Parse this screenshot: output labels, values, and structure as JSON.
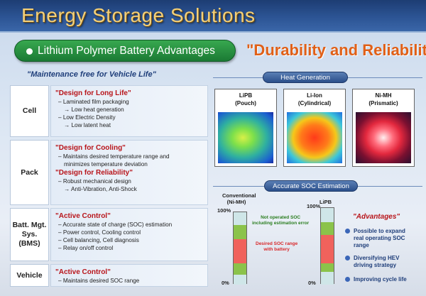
{
  "header": {
    "title": "Energy Storage Solutions"
  },
  "subtitle": {
    "label": "Lithium Polymer Battery Advantages"
  },
  "headline": "\"Durability and Reliability\"",
  "maintenance": "\"Maintenance free for Vehicle Life\"",
  "rows": [
    {
      "label": "Cell",
      "blocks": [
        {
          "title": "\"Design for Long Life\"",
          "items": [
            {
              "text": "– Laminated film packaging",
              "sub": false
            },
            {
              "text": "→ Low heat generation",
              "sub": true
            },
            {
              "text": "– Low Electric Density",
              "sub": false
            },
            {
              "text": "→ Low latent heat",
              "sub": true
            }
          ]
        }
      ]
    },
    {
      "label": "Pack",
      "blocks": [
        {
          "title": "\"Design for Cooling\"",
          "items": [
            {
              "text": "– Maintains desired temperature range and",
              "sub": false
            },
            {
              "text": "minimizes temperature deviation",
              "sub": true
            }
          ]
        },
        {
          "title": "\"Design for Reliability\"",
          "items": [
            {
              "text": "– Robust mechanical design",
              "sub": false
            },
            {
              "text": "→ Anti-Vibration, Anti-Shock",
              "sub": true
            }
          ]
        }
      ]
    },
    {
      "label": "Batt. Mgt. Sys. (BMS)",
      "blocks": [
        {
          "title": "\"Active Control\"",
          "items": [
            {
              "text": "– Accurate state of charge (SOC) estimation",
              "sub": false
            },
            {
              "text": "– Power control, Cooling control",
              "sub": false
            },
            {
              "text": "– Cell balancing, Cell diagnosis",
              "sub": false
            },
            {
              "text": "– Relay on/off control",
              "sub": false
            }
          ]
        }
      ]
    },
    {
      "label": "Vehicle",
      "blocks": [
        {
          "title": "\"Active Control\"",
          "items": [
            {
              "text": "– Maintains desired SOC range",
              "sub": false
            }
          ]
        }
      ]
    }
  ],
  "heat": {
    "title": "Heat Generation",
    "cards": [
      {
        "name": "LiPB",
        "sub": "(Pouch)"
      },
      {
        "name": "Li-Ion",
        "sub": "(Cylindrical)"
      },
      {
        "name": "Ni-MH",
        "sub": "(Prismatic)"
      }
    ]
  },
  "soc": {
    "title": "Accurate SOC Estimation",
    "conv_label_1": "Conventional",
    "conv_label_2": "(Ni-MH)",
    "lipb_label": "LiPB",
    "top_pct": "100%",
    "bottom_pct": "0%",
    "anno_green": "Not operated SOC\nincluding estimation error",
    "anno_red": "Desired SOC range\nwith battery"
  },
  "advantages": {
    "title": "\"Advantages\"",
    "items": [
      "Possible to expand\nreal operating SOC\nrange",
      "Diversifying HEV\ndriving strategy",
      "Improving cycle life"
    ]
  },
  "colors": {
    "accent_red": "#b8141a",
    "header_blue": "#2c5494",
    "gold": "#f3d07a",
    "green": "#1b7a34",
    "orange": "#e06018"
  }
}
